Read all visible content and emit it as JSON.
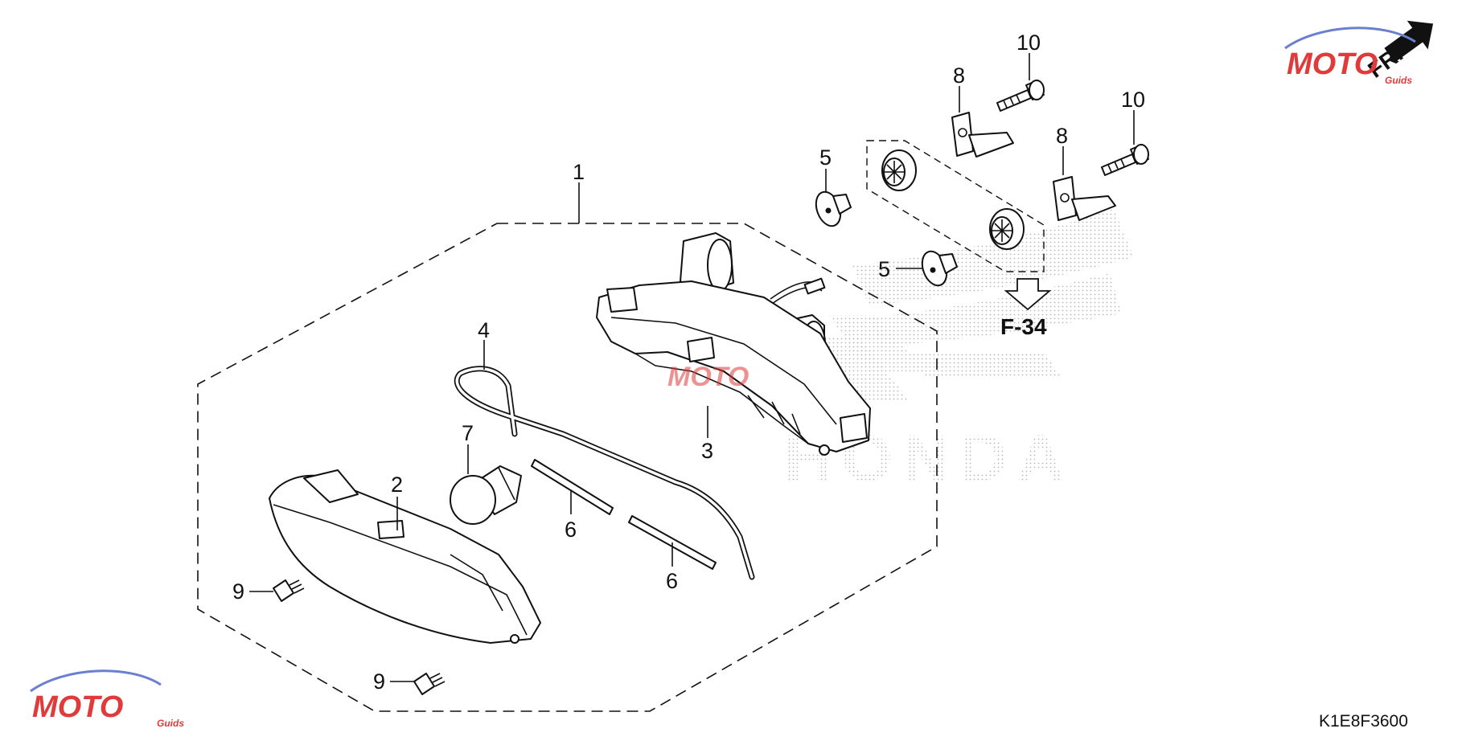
{
  "callouts": {
    "c1": "1",
    "c2": "2",
    "c3": "3",
    "c4": "4",
    "c5a": "5",
    "c5b": "5",
    "c6a": "6",
    "c6b": "6",
    "c7": "7",
    "c8a": "8",
    "c8b": "8",
    "c9a": "9",
    "c9b": "9",
    "c10a": "10",
    "c10b": "10"
  },
  "reference": "F-34",
  "direction_label": "FR.",
  "diagram_code": "K1E8F3600",
  "watermark": {
    "brand": "HONDA",
    "logo_text": "MOTO",
    "logo_subtext": "Guids"
  },
  "colors": {
    "line": "#111111",
    "stipple": "#bfbfbf",
    "logo_red": "#e03a3a",
    "logo_blue": "#6a7fd0"
  },
  "icons": [
    "direction-arrow-icon",
    "reference-arrow-icon",
    "moto-guids-logo"
  ]
}
